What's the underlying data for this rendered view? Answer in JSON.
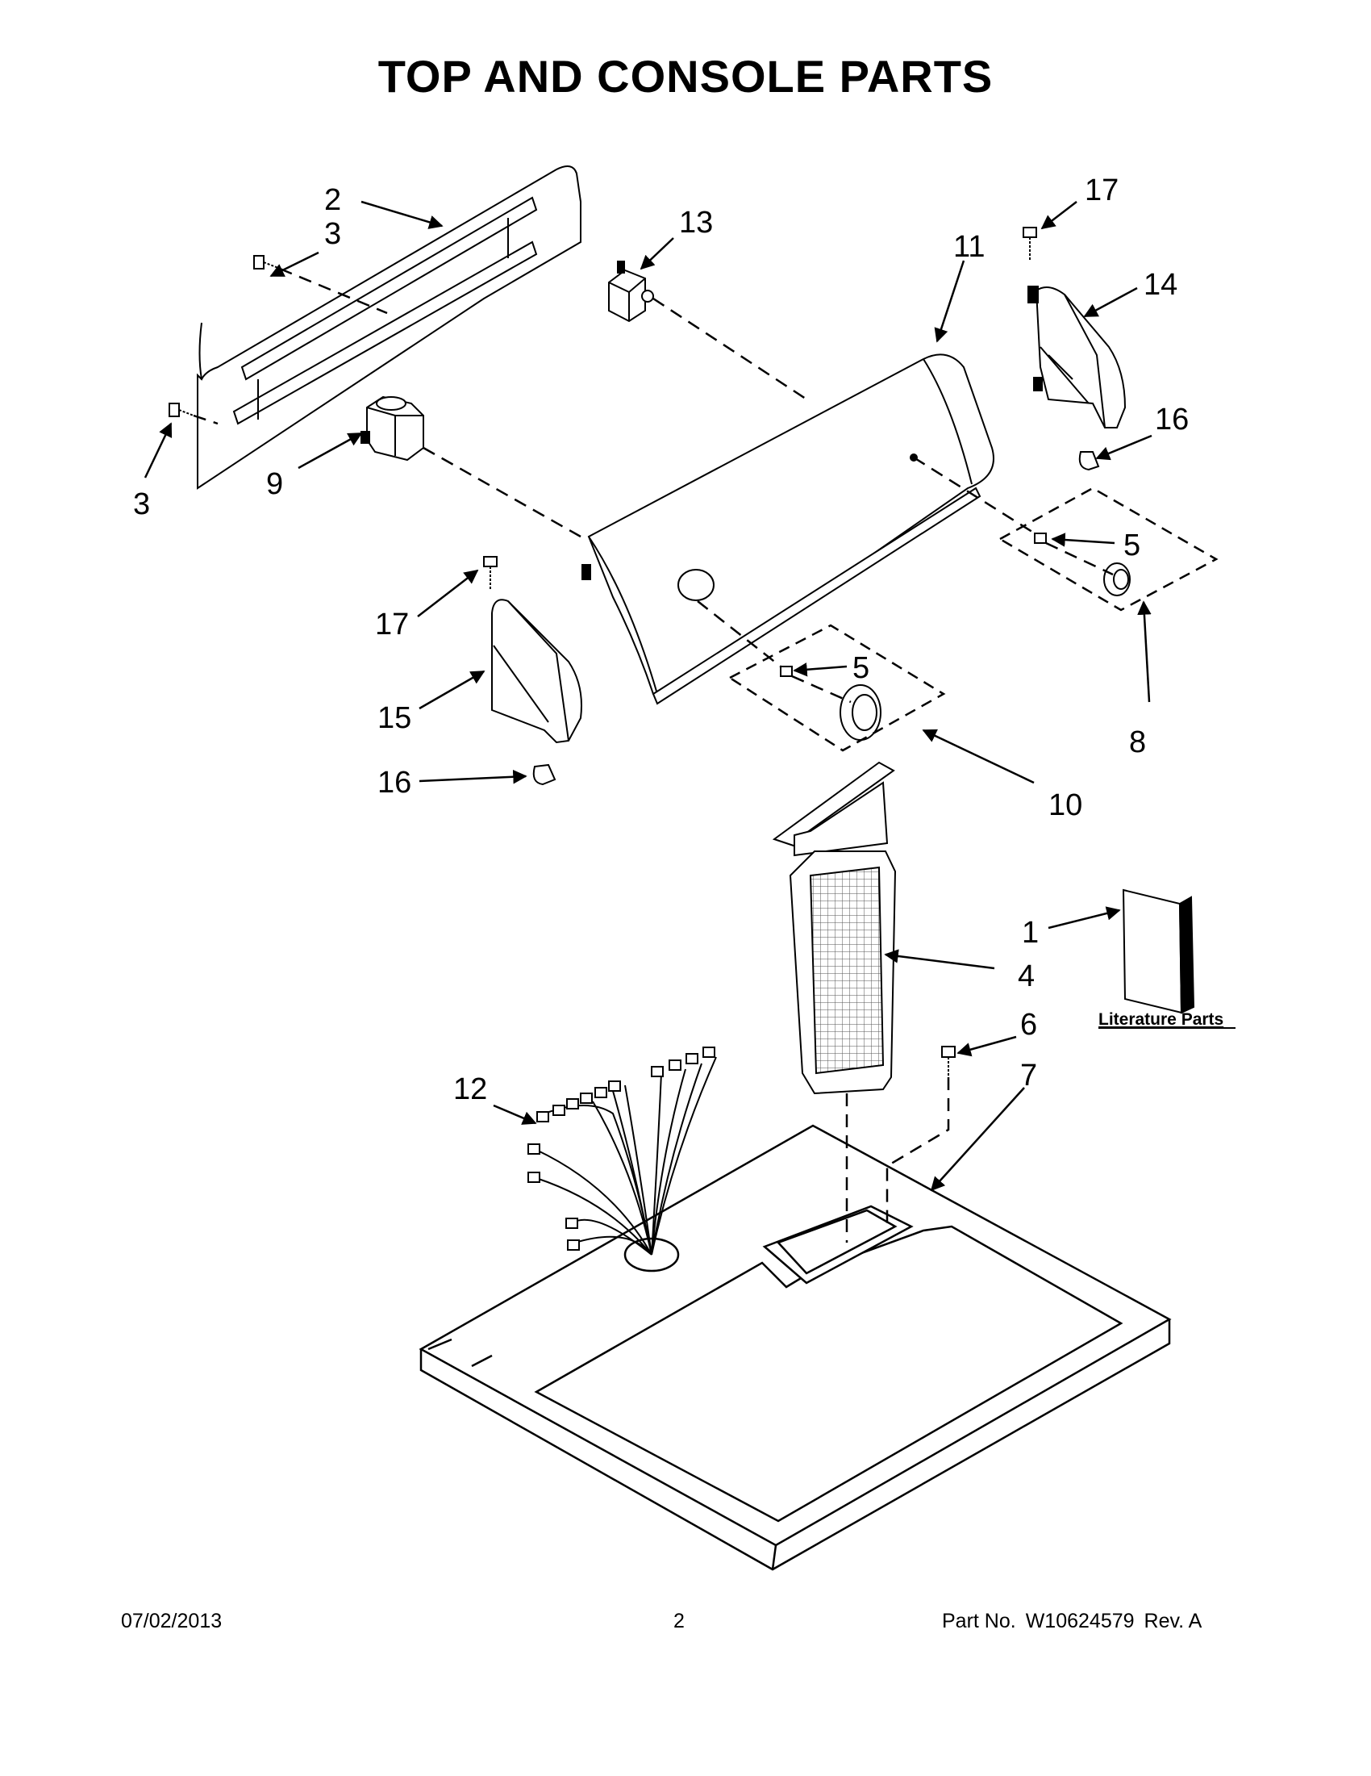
{
  "page": {
    "title": "TOP AND CONSOLE PARTS"
  },
  "callouts": {
    "c1": "1",
    "c2": "2",
    "c3a": "3",
    "c3b": "3",
    "c4": "4",
    "c5a": "5",
    "c5b": "5",
    "c6": "6",
    "c7": "7",
    "c8": "8",
    "c9": "9",
    "c10": "10",
    "c11": "11",
    "c12": "12",
    "c13": "13",
    "c14": "14",
    "c15": "15",
    "c16a": "16",
    "c16b": "16",
    "c17a": "17",
    "c17b": "17"
  },
  "literature_label": "Literature Parts",
  "footer": {
    "date": "07/02/2013",
    "page_number": "2",
    "part_label": "Part No.",
    "part_number": "W10624579",
    "revision": "Rev.  A"
  }
}
